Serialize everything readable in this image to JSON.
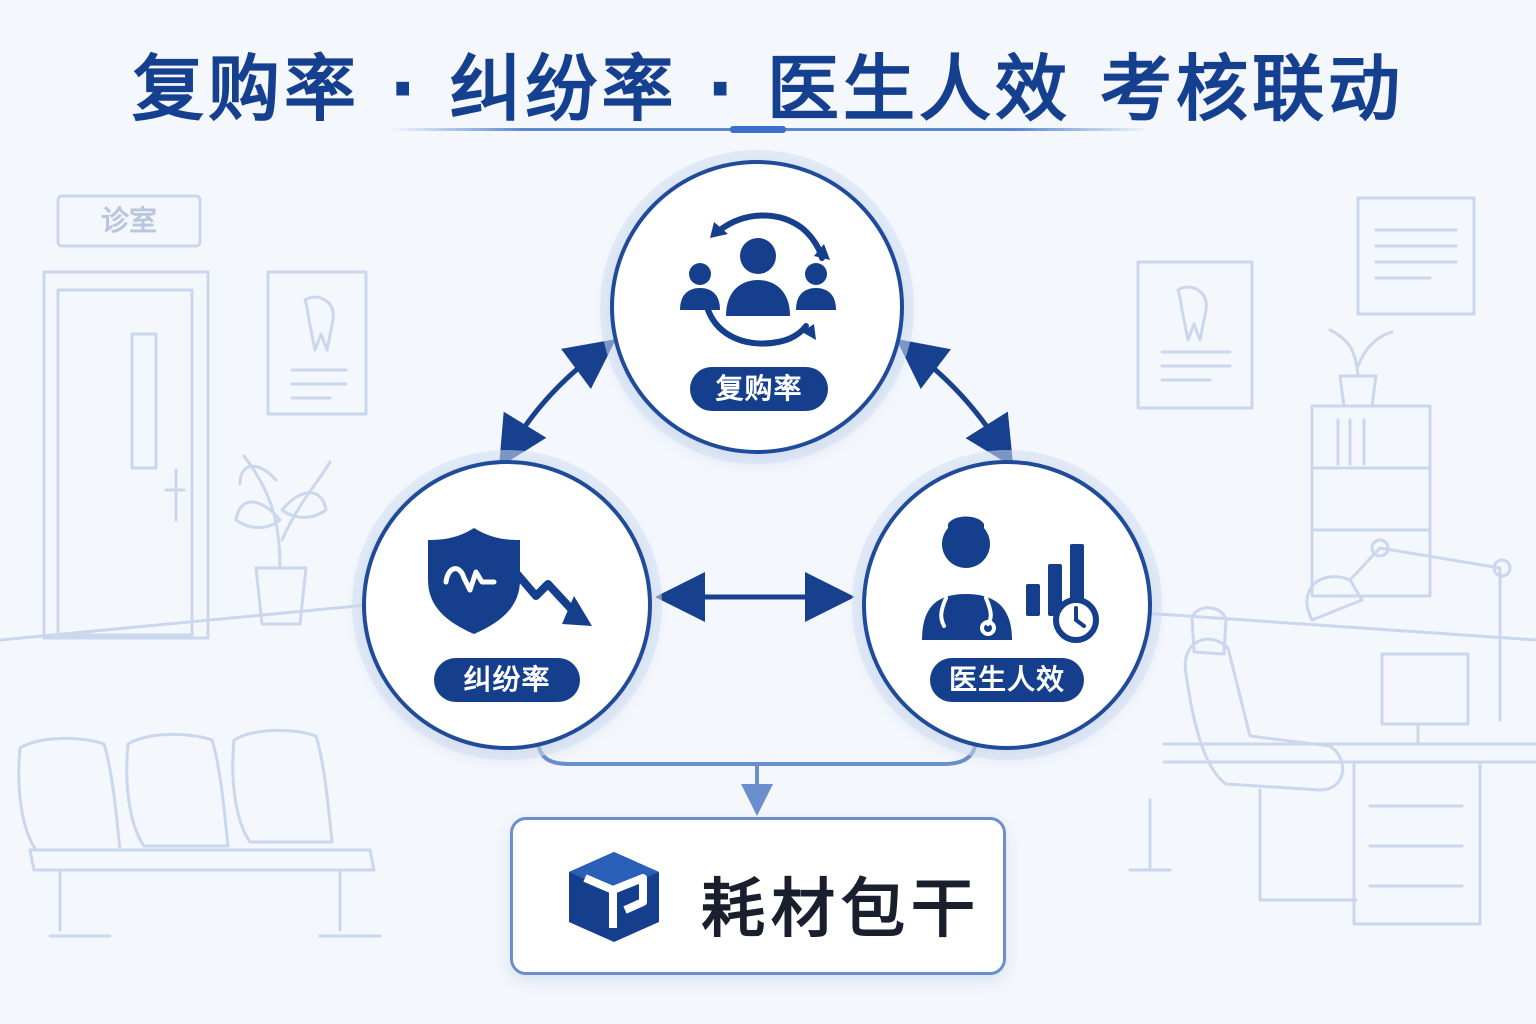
{
  "title": "复购率 · 纠纷率 · 医生人效 考核联动",
  "scene": {
    "door_sign": "诊室"
  },
  "nodes": {
    "repurchase": {
      "label": "复购率",
      "icon": "customer-loop-icon"
    },
    "dispute": {
      "label": "纠纷率",
      "icon": "shield-decline-icon"
    },
    "efficiency": {
      "label": "医生人效",
      "icon": "doctor-performance-icon"
    }
  },
  "outcome": {
    "label": "耗材包干",
    "icon": "cube-icon"
  },
  "colors": {
    "primary": "#153f8c",
    "accent": "#3c6fd0",
    "background": "#f4f7fc",
    "line_art": "#c9d5ea"
  }
}
